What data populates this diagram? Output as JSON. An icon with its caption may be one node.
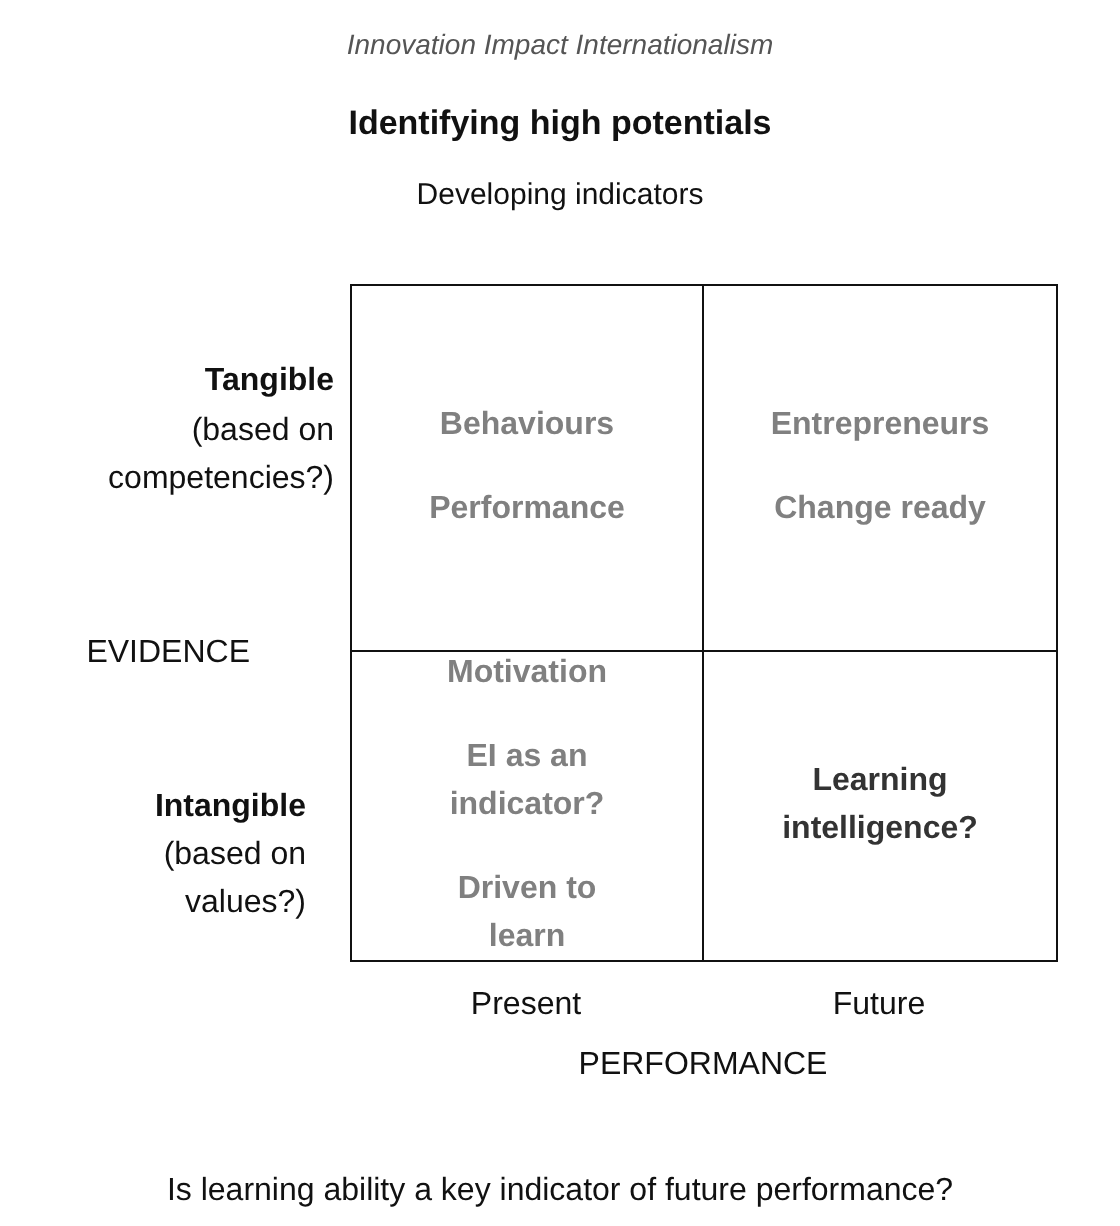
{
  "diagram": {
    "title": "Identifying high potentials",
    "caption": "Is learning ability a key indicator of future performance?",
    "nodes": [
      {
        "text": [
          "Behaviours",
          "Performance"
        ]
      },
      {
        "text": [
          "Entrepreneurs",
          "Change ready"
        ]
      },
      {
        "text": [
          "Motivation",
          "EI as an indicator?",
          "Driven to learn"
        ]
      },
      {
        "text": [
          "Learning intelligence?"
        ]
      }
    ],
    "edges": [],
    "labels": [
      "Innovation Impact Internationalism",
      "Developing indicators",
      "Tangible",
      "(based on competencies?)",
      "EVIDENCE",
      "Intangible",
      "(based on values?)",
      "Present",
      "Future",
      "PERFORMANCE"
    ]
  }
}
